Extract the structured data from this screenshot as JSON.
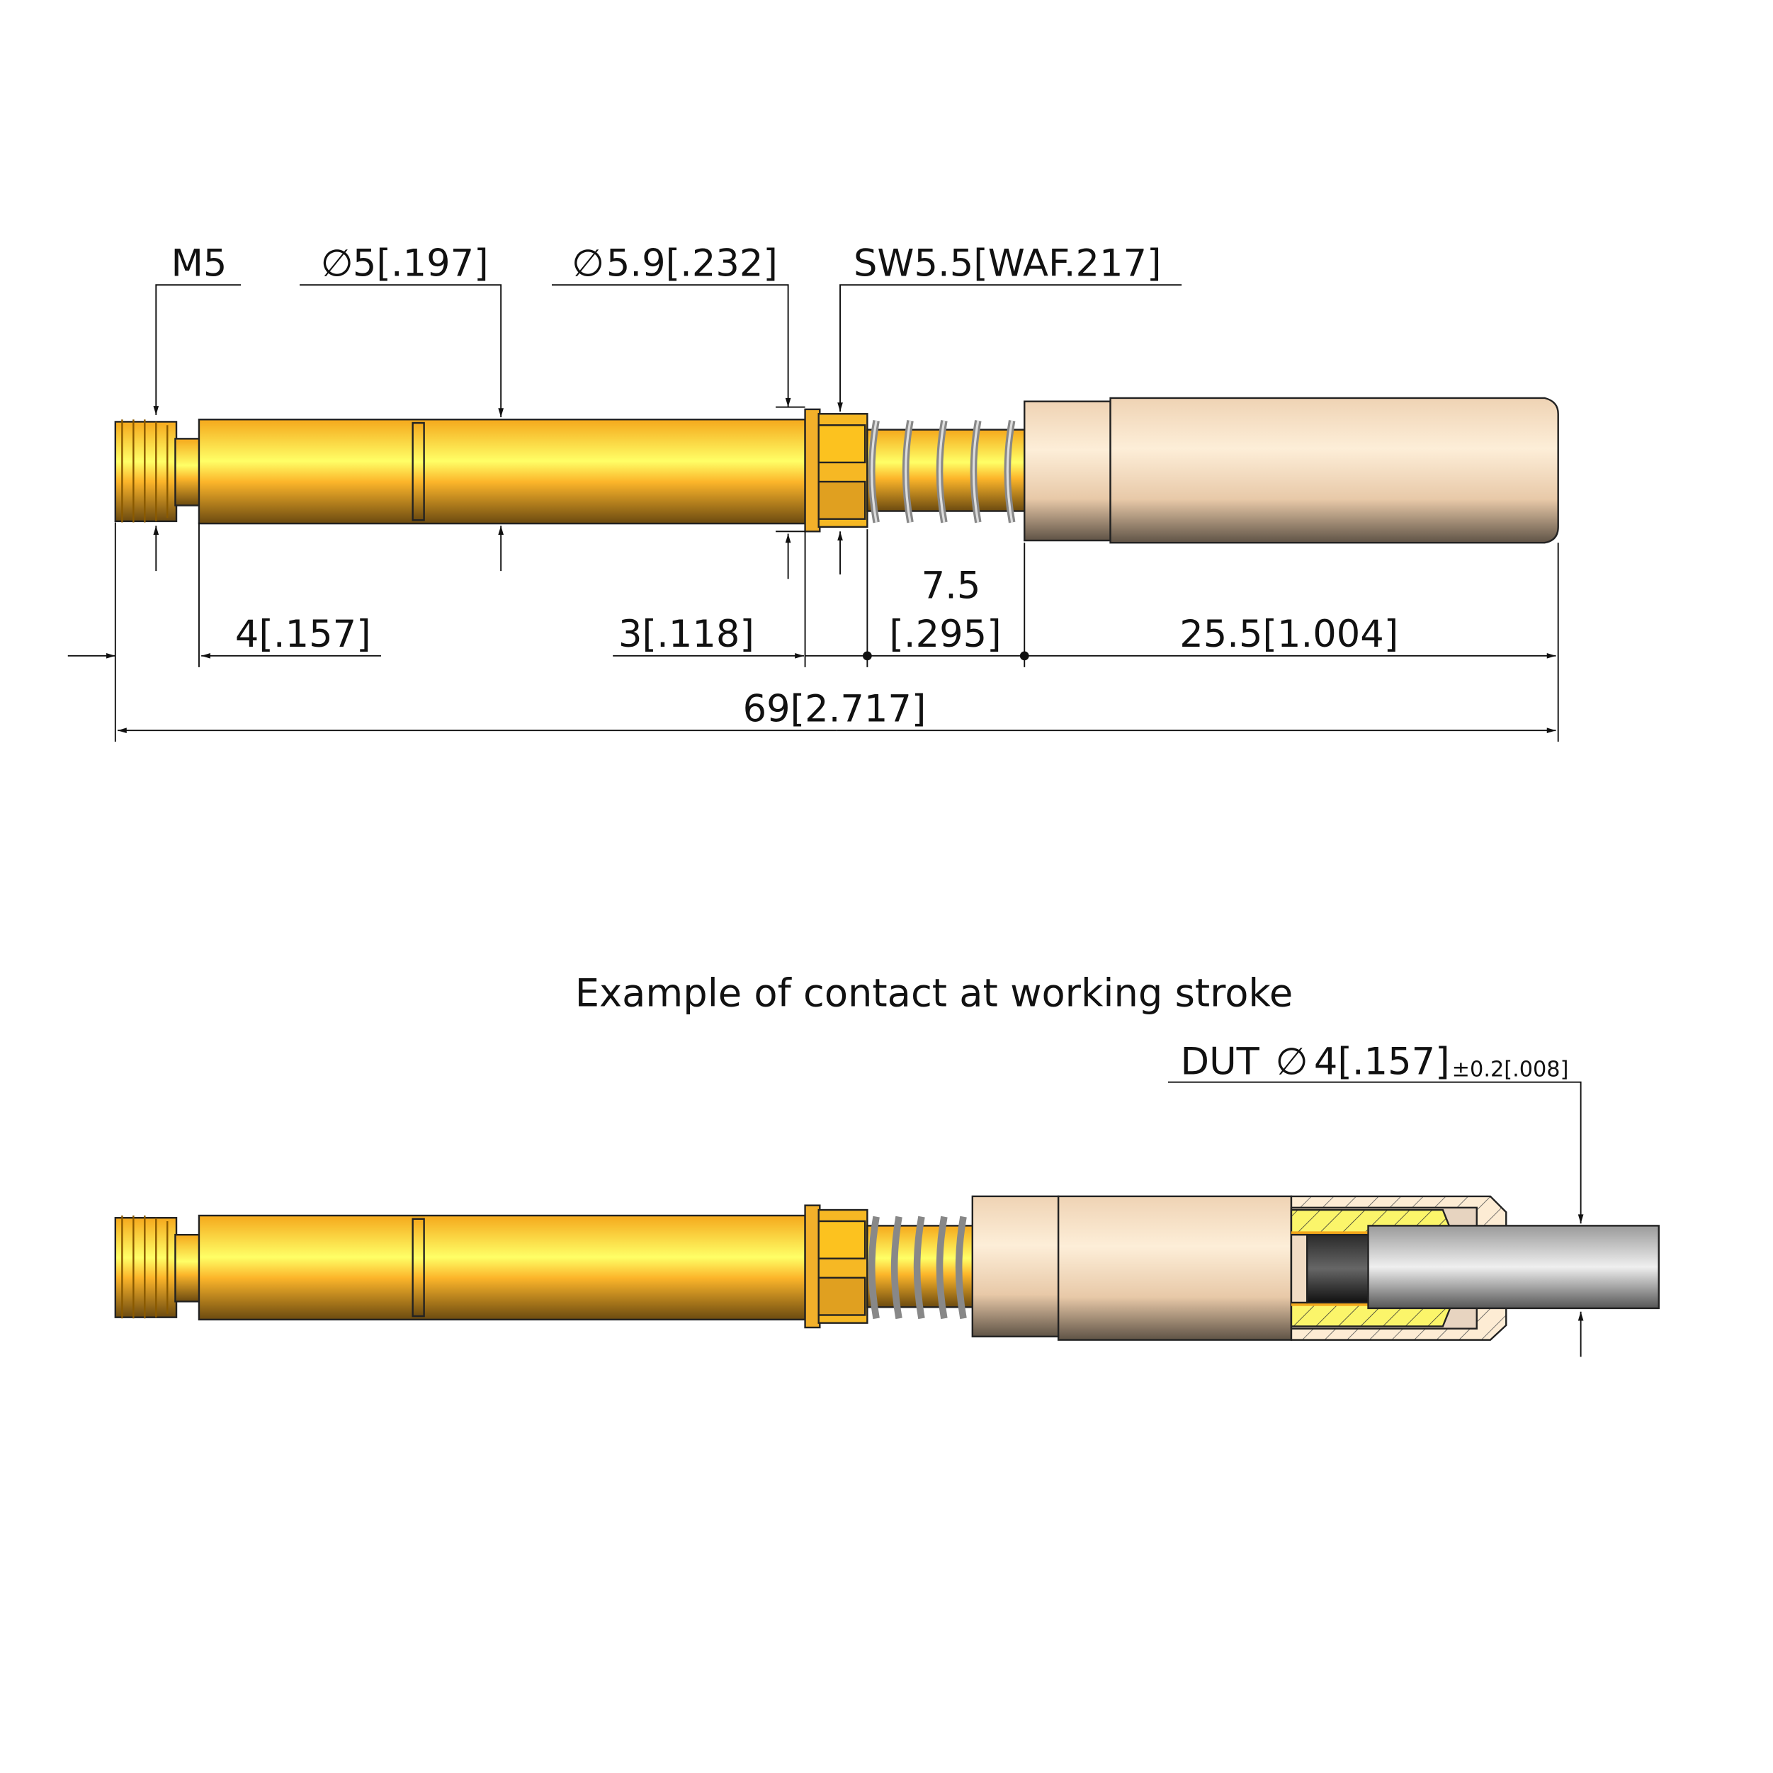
{
  "labels": {
    "thread": "M5",
    "shaft_diameter": "5[.197]",
    "flange_diameter": "5.9[.232]",
    "wrench_size": "SW5.5[WAF.217]",
    "thread_length": "4[.157]",
    "flange_length": "3[.118]",
    "stroke_mm": "7.5",
    "stroke_in": "[.295]",
    "sleeve_length": "25.5[1.004]",
    "overall_length": "69[2.717]",
    "diameter_symbol": "∅"
  },
  "example": {
    "title": "Example of contact at working stroke",
    "dut_label": "DUT",
    "dut_diameter": "4[.157]",
    "dut_tolerance": "±0.2[.008]"
  },
  "colors": {
    "gold": "#fcc21f",
    "sleeve": "#f5d9bd",
    "dut": "#c8c8c8"
  }
}
